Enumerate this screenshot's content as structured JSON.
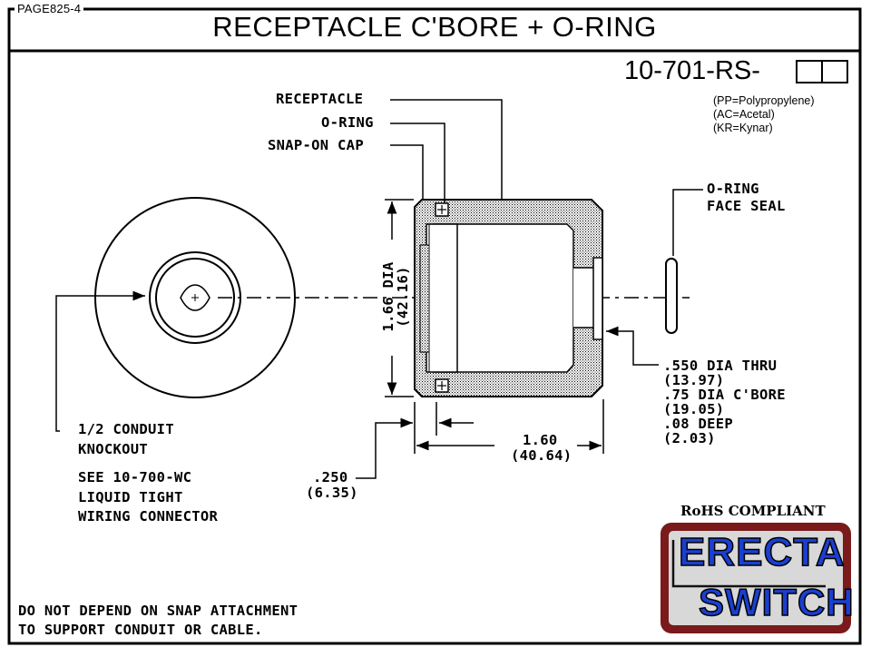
{
  "page_id": "PAGE825-4",
  "title": "RECEPTACLE C'BORE + O-RING",
  "part_number": "10-701-RS-",
  "materials": [
    "(PP=Polypropylene)",
    "(AC=Acetal)",
    "(KR=Kynar)"
  ],
  "callouts": {
    "receptacle": "RECEPTACLE",
    "o_ring": "O-RING",
    "snap_on_cap": "SNAP-ON CAP",
    "face_seal_1": "O-RING",
    "face_seal_2": "FACE SEAL",
    "dia_1": "1.66 DIA",
    "dia_2": "(42.16)",
    "thru_1": ".550 DIA THRU",
    "thru_2": "(13.97)",
    "cbore_1": ".75 DIA C'BORE",
    "cbore_2": "(19.05)",
    "deep_1": ".08 DEEP",
    "deep_2": "(2.03)",
    "length_1": "1.60",
    "length_2": "(40.64)",
    "offset_1": ".250",
    "offset_2": "(6.35)"
  },
  "knockout": {
    "line1": "1/2 CONDUIT",
    "line2": "KNOCKOUT",
    "see1": "SEE 10-700-WC",
    "see2": "LIQUID TIGHT",
    "see3": "WIRING CONNECTOR"
  },
  "warning": {
    "line1": "DO NOT DEPEND ON SNAP ATTACHMENT",
    "line2": "TO SUPPORT CONDUIT OR CABLE."
  },
  "rohs": "RoHS COMPLIANT",
  "logo": {
    "word1": "ERECTA",
    "word2": "SWITCH"
  },
  "colors": {
    "logo_border": "#7a1a1a",
    "logo_fill": "#d8d8d8",
    "logo_text": "#1a3fd0"
  }
}
